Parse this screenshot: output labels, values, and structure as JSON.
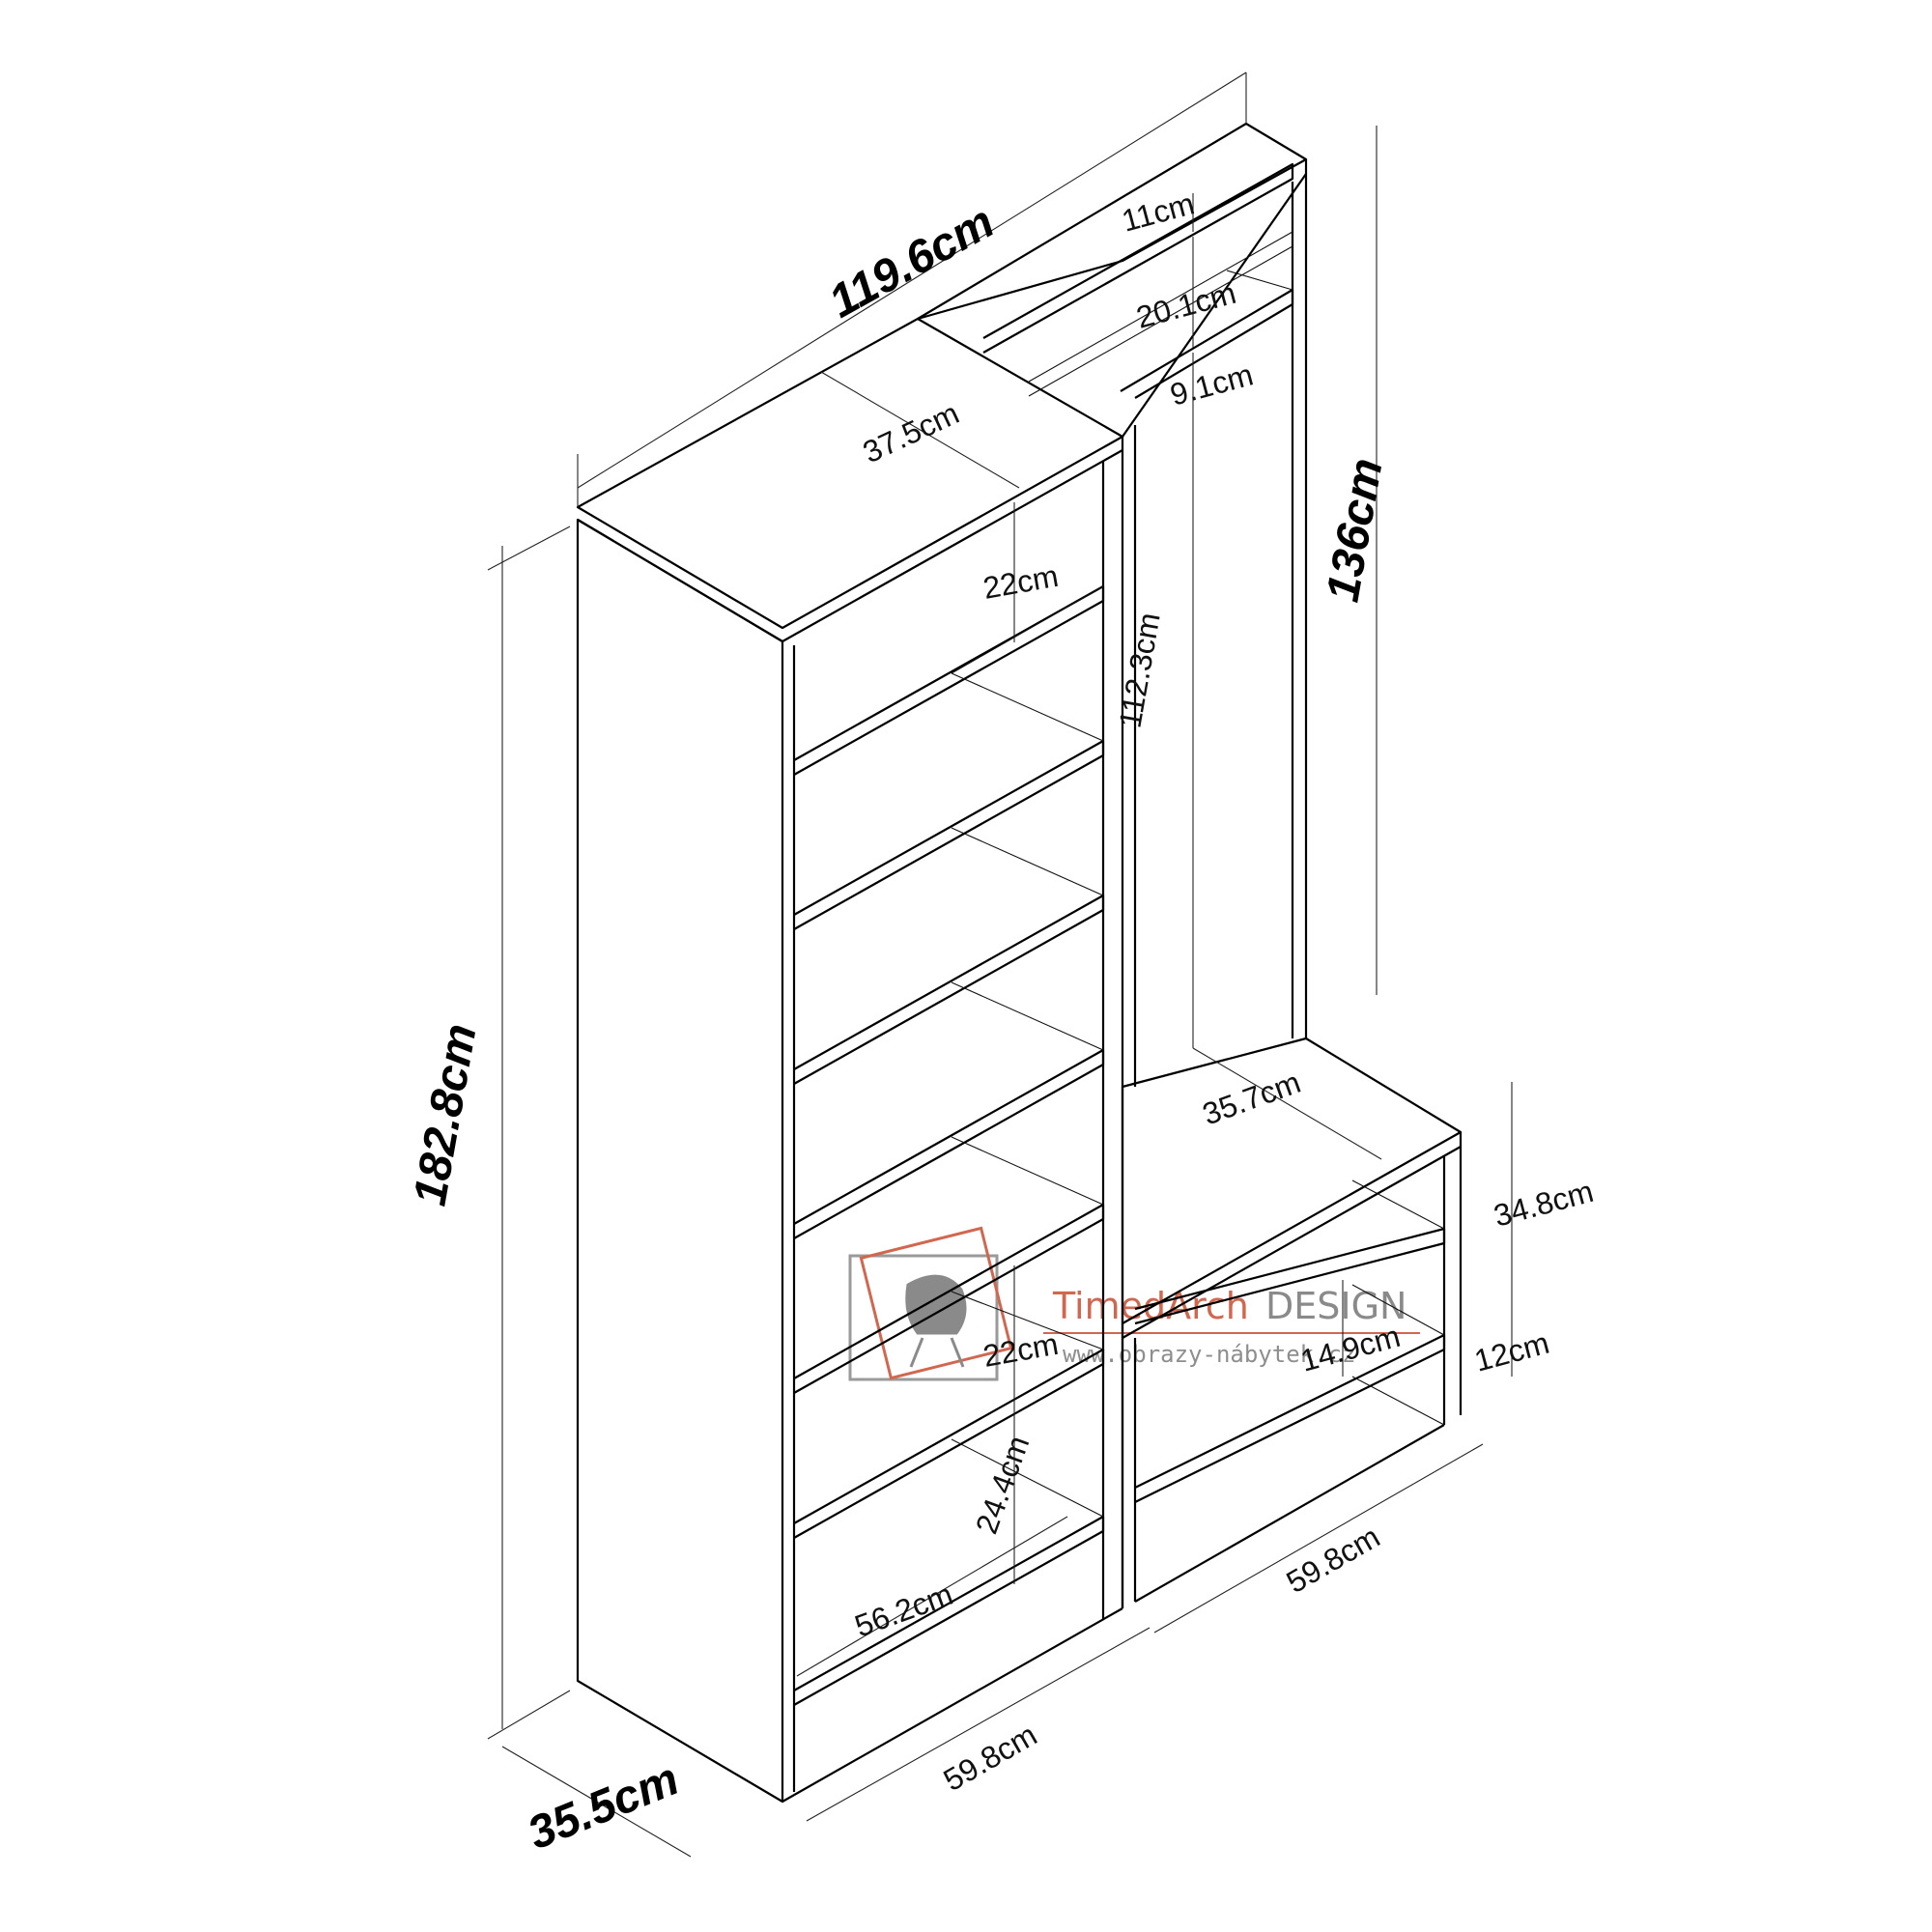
{
  "dimensions": {
    "total_width": "119.6cm",
    "top_depth": "37.5cm",
    "total_height": "182.8cm",
    "base_depth": "35.5cm",
    "shelf_top_gap": "22cm",
    "shelf_low_gap": "22cm",
    "shelf_bottom_gap": "24.4cm",
    "inner_width": "56.2cm",
    "cabinet_width": "59.8cm",
    "bench_width": "59.8cm",
    "hanger_height": "136cm",
    "top_board": "11cm",
    "upper_gap": "20.1cm",
    "rail_gap": "9.1cm",
    "wall_height": "112.3cm",
    "bench_depth": "35.7cm",
    "bench_height": "34.8cm",
    "bench_shelf_gap": "14.9cm",
    "bench_plinth": "12cm"
  },
  "watermark": {
    "brand_red": "TimedArch",
    "brand_grey": "DESIGN",
    "url": "www.obrazy-nábytek.cz",
    "red_color": "#d2674f",
    "grey_color": "#8a8a8a"
  }
}
